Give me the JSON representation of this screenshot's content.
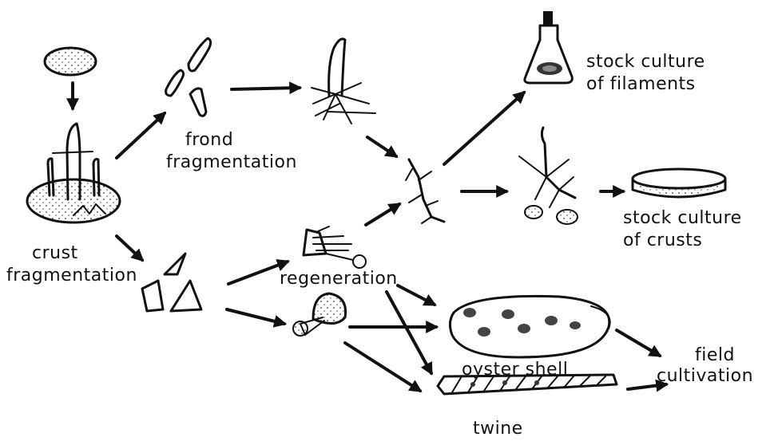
{
  "labels": {
    "frond_fragmentation": [
      "frond",
      "fragmentation"
    ],
    "crust_fragmentation": [
      "crust",
      "fragmentation"
    ],
    "stock_filaments": [
      "stock culture",
      "of filaments"
    ],
    "stock_crusts": [
      "stock culture",
      "of crusts"
    ],
    "regeneration": "regeneration",
    "oyster_shell": "oyster shell",
    "field_cultivation": [
      "field",
      "cultivation"
    ],
    "twine": "twine"
  }
}
